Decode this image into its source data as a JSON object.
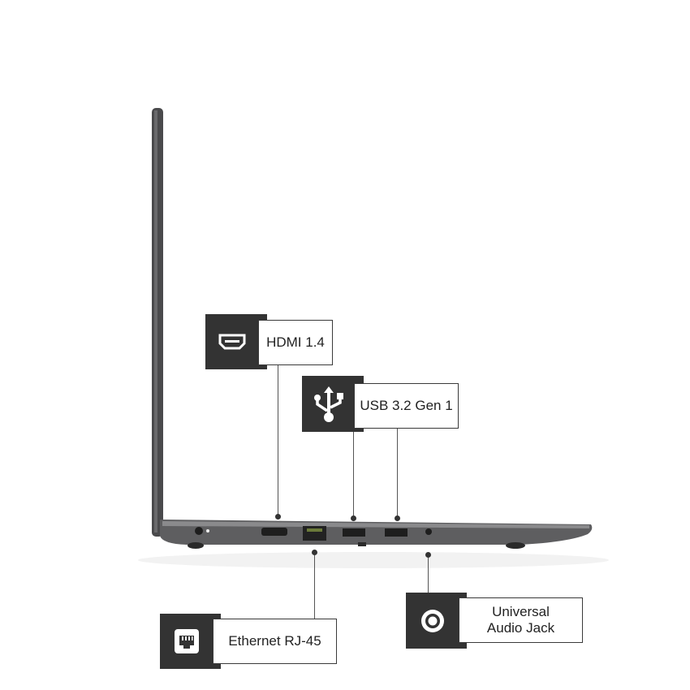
{
  "callouts": {
    "hdmi": {
      "label": "HDMI 1.4",
      "icon": "hdmi-icon"
    },
    "usb": {
      "label": "USB 3.2 Gen 1",
      "icon": "usb-icon"
    },
    "ethernet": {
      "label": "Ethernet RJ-45",
      "icon": "ethernet-icon"
    },
    "audio": {
      "label": "Universal Audio Jack",
      "icon": "audio-jack-icon"
    }
  },
  "colors": {
    "callout_dark": "#333333",
    "laptop_body": "#5a5a5c"
  }
}
